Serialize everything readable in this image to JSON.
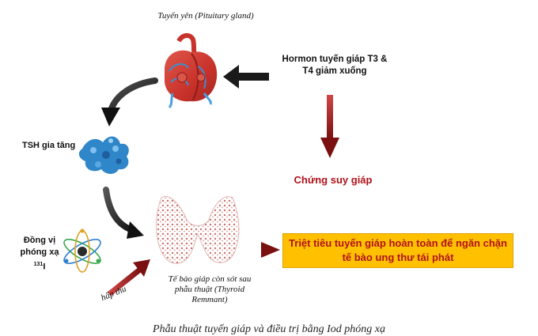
{
  "labels": {
    "pituitary": "Tuyến yên (Pituitary gland)",
    "hormone_line1": "Hormon tuyến giáp T3 &",
    "hormone_line2": "T4 giảm xuống",
    "tsh": "TSH gia tăng",
    "hypothyroid": "Chứng suy giáp",
    "isotope_line1": "Đồng vị",
    "isotope_line2": "phóng xạ",
    "isotope_mass": "131",
    "isotope_symbol": "I",
    "remnant_line1": "Tế bào giáp còn sót sau",
    "remnant_line2": "phẫu thuật (Thyroid",
    "remnant_line3": "Remmant)",
    "absorb": "hấp thu",
    "goal_line1": "Triệt tiêu tuyến giáp hoàn toàn để ngăn chặn",
    "goal_line2": "tế bào ung thư tái phát",
    "caption": "Phẫu thuật tuyến giáp và điều trị bằng Iod phóng xạ"
  },
  "colors": {
    "accent_red": "#b0121b",
    "goal_fill": "#ffc000",
    "arrow_dark": "#1a1a1a",
    "arrow_red": "#8b1a1a"
  },
  "icons": [
    "pituitary-gland-icon",
    "tsh-molecule-icon",
    "atom-icon",
    "thyroid-remnant-icon"
  ]
}
